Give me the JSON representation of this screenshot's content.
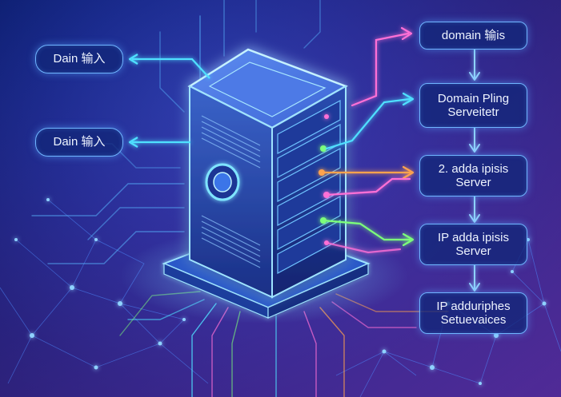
{
  "colors": {
    "background": "#132a8a",
    "server_glow": "#7fd8ff",
    "label_border": "#6fb4ff",
    "pink": "#ff6fd6",
    "cyan": "#4fe0ff",
    "orange": "#ffa34d",
    "green": "#7dff7a"
  },
  "left_labels": [
    {
      "text": "Dain 输入"
    },
    {
      "text": "Dain 输入"
    }
  ],
  "right_labels": [
    {
      "lines": [
        "domain 输is"
      ]
    },
    {
      "lines": [
        "Domain Pling",
        "Serveitetr"
      ]
    },
    {
      "lines": [
        "2. adda ipisis",
        "Server"
      ]
    },
    {
      "lines": [
        "IP adda ipisis",
        "Server"
      ]
    },
    {
      "lines": [
        "IP adduriphes",
        "Setuevaices"
      ]
    }
  ]
}
